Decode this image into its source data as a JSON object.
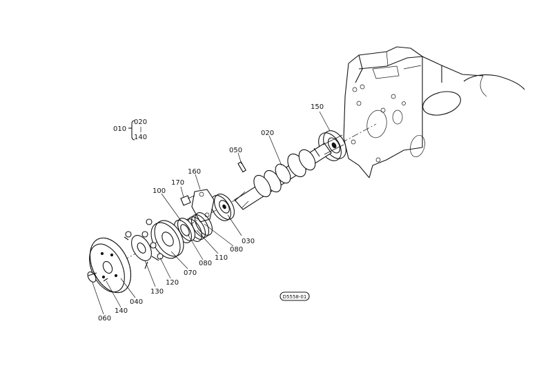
{
  "diagram": {
    "labels": {
      "p010": "010",
      "p020_top": "020",
      "p140_top": "140",
      "p020": "020",
      "p030": "030",
      "p040": "040",
      "p050": "050",
      "p060": "060",
      "p070": "070",
      "p080a": "080",
      "p080b": "080",
      "p100": "100",
      "p110": "110",
      "p120": "120",
      "p130": "130",
      "p140": "140",
      "p150": "150",
      "p160": "160",
      "p170": "170"
    },
    "reference_code": "D5558-01"
  }
}
